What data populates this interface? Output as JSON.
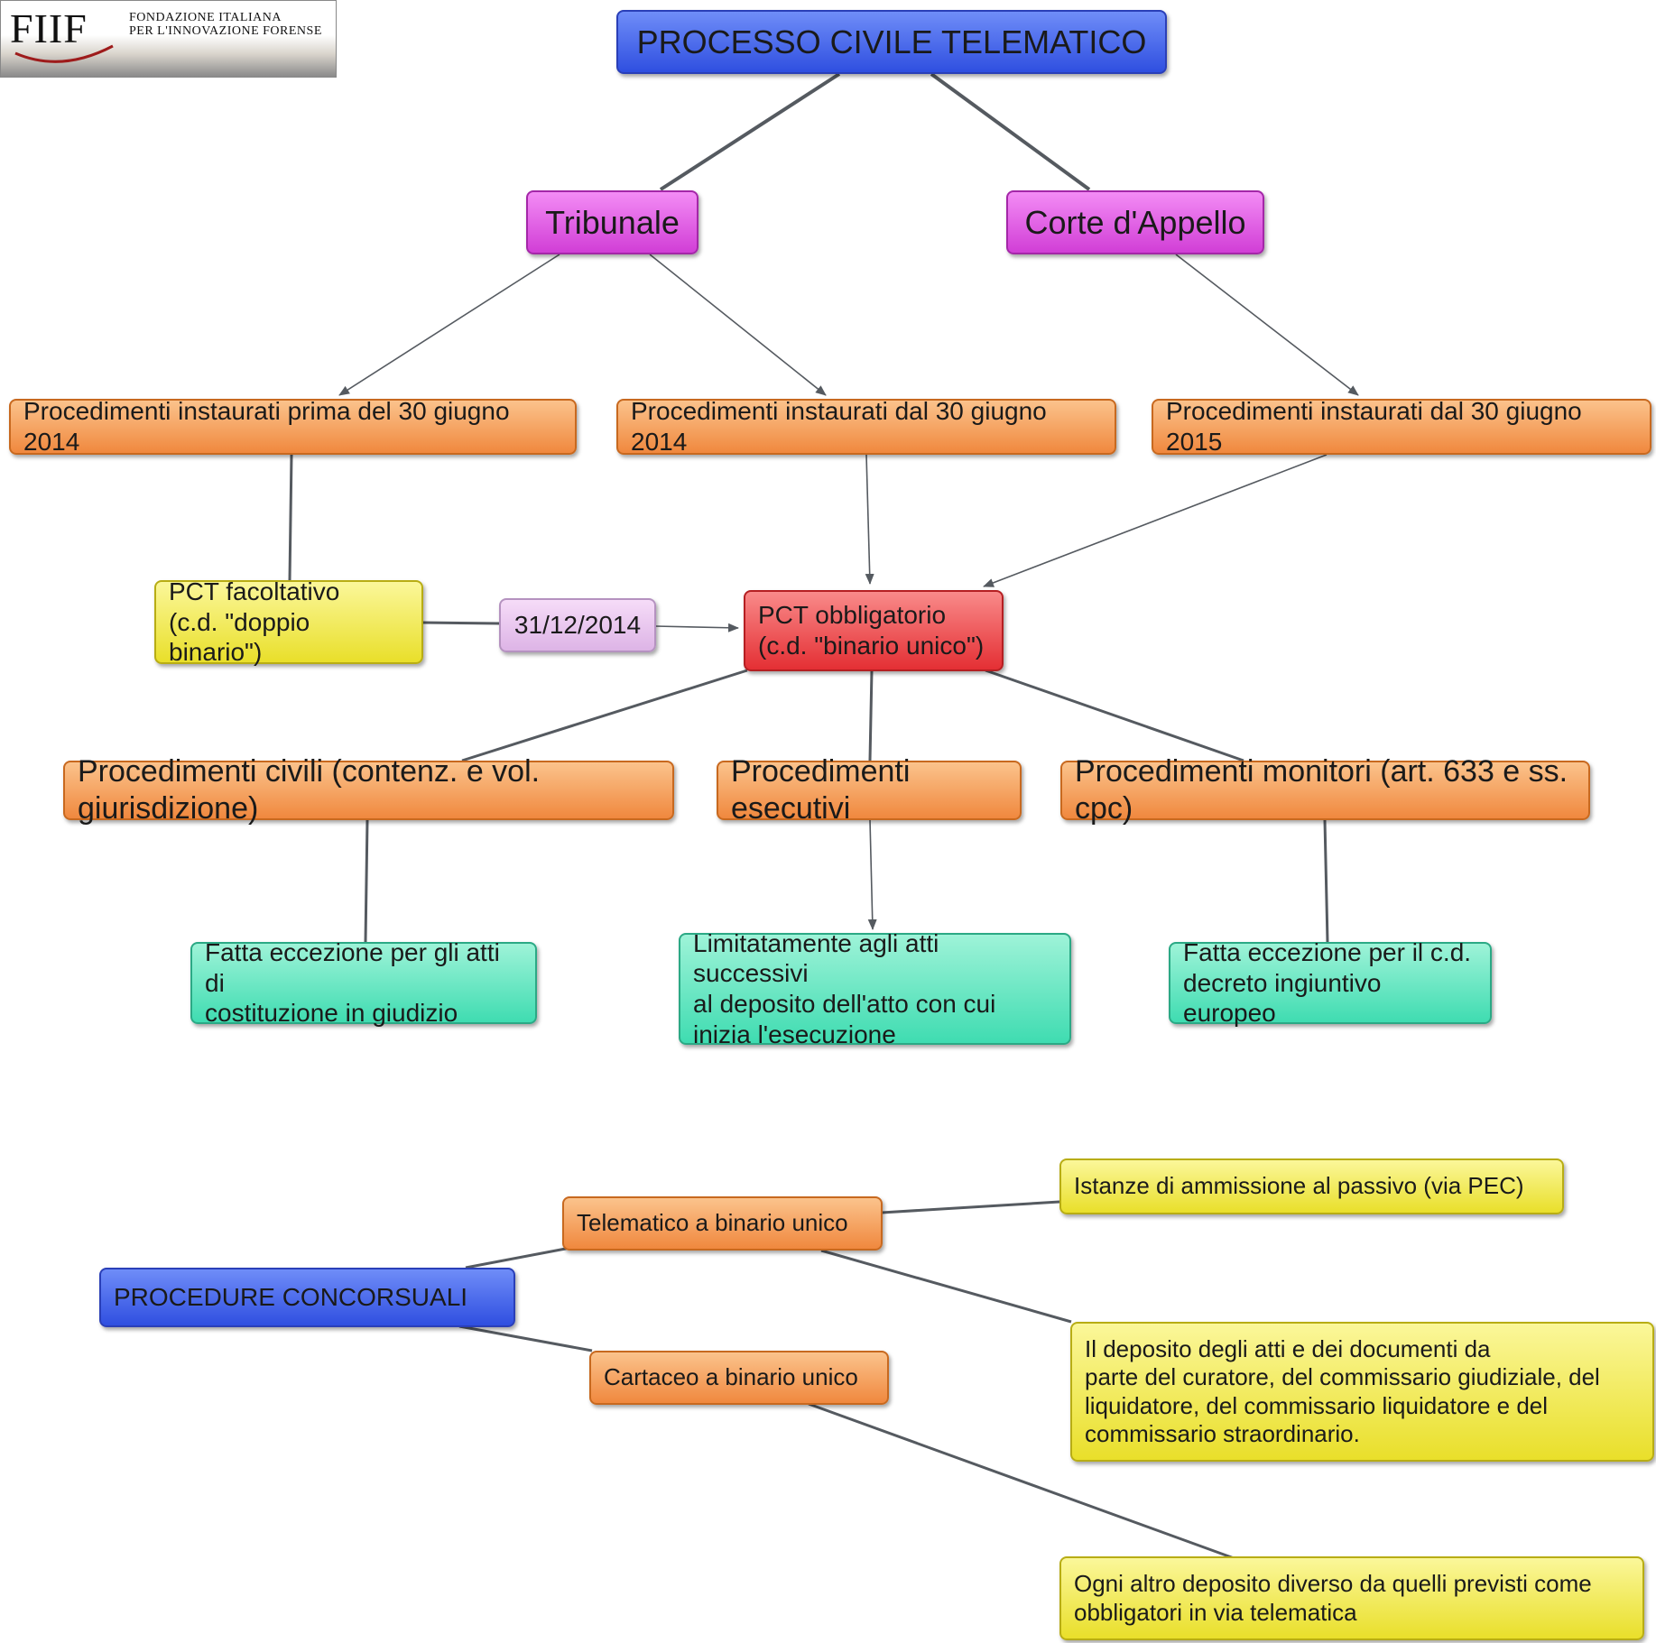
{
  "logo": {
    "mark": "FIIF",
    "name": "FONDAZIONE ITALIANA\nPER L'INNOVAZIONE FORENSE"
  },
  "nodes": {
    "root": "PROCESSO CIVILE TELEMATICO",
    "tribunale": "Tribunale",
    "corte": "Corte d'Appello",
    "prima2014": "Procedimenti instaurati prima del 30 giugno 2014",
    "dal2014": "Procedimenti instaurati dal 30 giugno 2014",
    "dal2015": "Procedimenti instaurati dal 30 giugno 2015",
    "facoltativo": "PCT facoltativo\n(c.d. \"doppio binario\")",
    "data": "31/12/2014",
    "obbligatorio": "PCT obbligatorio\n(c.d. \"binario unico\")",
    "civili": "Procedimenti civili (contenz. e vol. giurisdizione)",
    "esecutivi": "Procedimenti esecutivi",
    "monitori": "Procedimenti monitori (art. 633 e ss. cpc)",
    "eccezione_costituzione": "Fatta eccezione per gli atti di\ncostituzione in giudizio",
    "limitatamente": "Limitatamente agli atti successivi\nal deposito dell'atto con cui\ninizia l'esecuzione",
    "eccezione_decreto": "Fatta eccezione per il c.d.\ndecreto ingiuntivo europeo",
    "concorsuali": "PROCEDURE CONCORSUALI",
    "telematico": "Telematico a binario unico",
    "cartaceo": "Cartaceo a binario unico",
    "istanze": "Istanze di ammissione al passivo (via PEC)",
    "deposito": "Il deposito degli atti e dei documenti  da\nparte del curatore, del commissario giudiziale, del\nliquidatore,  del commissario liquidatore e del\ncommissario straordinario.",
    "ogni_altro": "Ogni altro deposito diverso da quelli previsti come\nobbligatori in via telematica"
  },
  "colors": {
    "blue": "#2f4fe0",
    "magenta": "#d13ed6",
    "orange": "#f0883e",
    "yellow": "#e9df2a",
    "pink": "#ddb4e6",
    "red": "#e42f34",
    "teal": "#3fdcb1",
    "link": "#555a60"
  },
  "connections": [
    {
      "from": "root",
      "to": "tribunale",
      "arrow": false
    },
    {
      "from": "root",
      "to": "corte",
      "arrow": false
    },
    {
      "from": "tribunale",
      "to": "prima2014",
      "arrow": true
    },
    {
      "from": "tribunale",
      "to": "dal2014",
      "arrow": true
    },
    {
      "from": "corte",
      "to": "dal2015",
      "arrow": true
    },
    {
      "from": "prima2014",
      "to": "facoltativo",
      "arrow": false
    },
    {
      "from": "dal2014",
      "to": "obbligatorio",
      "arrow": true
    },
    {
      "from": "dal2015",
      "to": "obbligatorio",
      "arrow": true
    },
    {
      "from": "facoltativo",
      "to": "data",
      "arrow": false
    },
    {
      "from": "data",
      "to": "obbligatorio",
      "arrow": true
    },
    {
      "from": "obbligatorio",
      "to": "civili",
      "arrow": false
    },
    {
      "from": "obbligatorio",
      "to": "esecutivi",
      "arrow": false
    },
    {
      "from": "obbligatorio",
      "to": "monitori",
      "arrow": false
    },
    {
      "from": "civili",
      "to": "eccezione_costituzione",
      "arrow": false
    },
    {
      "from": "esecutivi",
      "to": "limitatamente",
      "arrow": true
    },
    {
      "from": "monitori",
      "to": "eccezione_decreto",
      "arrow": false
    },
    {
      "from": "concorsuali",
      "to": "telematico",
      "arrow": false
    },
    {
      "from": "concorsuali",
      "to": "cartaceo",
      "arrow": false
    },
    {
      "from": "telematico",
      "to": "istanze",
      "arrow": false
    },
    {
      "from": "telematico",
      "to": "deposito",
      "arrow": false
    },
    {
      "from": "cartaceo",
      "to": "ogni_altro",
      "arrow": false
    }
  ]
}
